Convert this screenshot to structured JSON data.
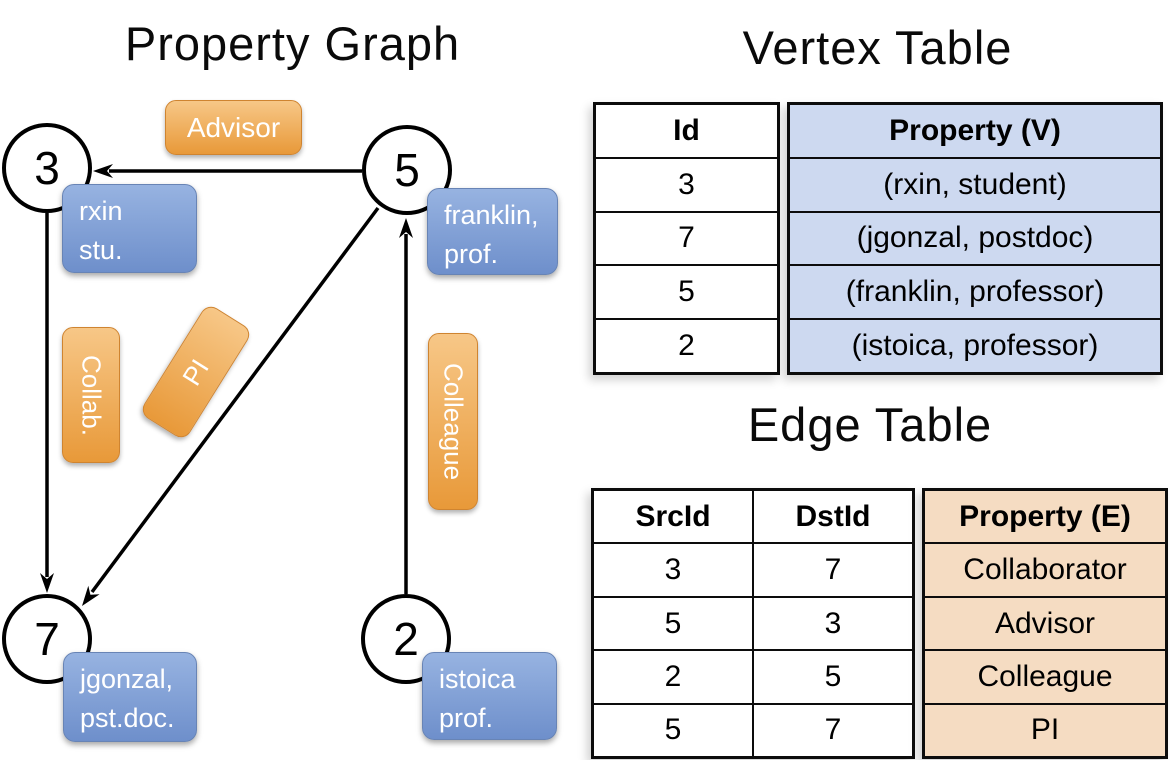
{
  "graph": {
    "title": "Property Graph",
    "vertices": [
      {
        "id": "3",
        "label_lines": [
          "rxin",
          "stu."
        ]
      },
      {
        "id": "5",
        "label_lines": [
          "franklin,",
          "prof."
        ]
      },
      {
        "id": "7",
        "label_lines": [
          "jgonzal,",
          "pst.doc."
        ]
      },
      {
        "id": "2",
        "label_lines": [
          "istoica",
          "prof."
        ]
      }
    ],
    "edge_labels": {
      "advisor": "Advisor",
      "collab": "Collab.",
      "pi": "PI",
      "colleague": "Colleague"
    }
  },
  "vertex_table": {
    "title": "Vertex Table",
    "columns": {
      "id": "Id",
      "property": "Property (V)"
    },
    "rows": [
      {
        "id": "3",
        "property": "(rxin, student)"
      },
      {
        "id": "7",
        "property": "(jgonzal, postdoc)"
      },
      {
        "id": "5",
        "property": "(franklin, professor)"
      },
      {
        "id": "2",
        "property": "(istoica, professor)"
      }
    ]
  },
  "edge_table": {
    "title": "Edge Table",
    "columns": {
      "src": "SrcId",
      "dst": "DstId",
      "property": "Property (E)"
    },
    "rows": [
      {
        "src": "3",
        "dst": "7",
        "property": "Collaborator"
      },
      {
        "src": "5",
        "dst": "3",
        "property": "Advisor"
      },
      {
        "src": "2",
        "dst": "5",
        "property": "Colleague"
      },
      {
        "src": "5",
        "dst": "7",
        "property": "PI"
      }
    ]
  },
  "colors": {
    "edge_label_orange": "#EC9F44",
    "vertex_label_blue": "#7E9DD4",
    "vertex_table_fill": "#CDD9F0",
    "edge_table_fill": "#F5DCC2",
    "line_black": "#000000"
  }
}
